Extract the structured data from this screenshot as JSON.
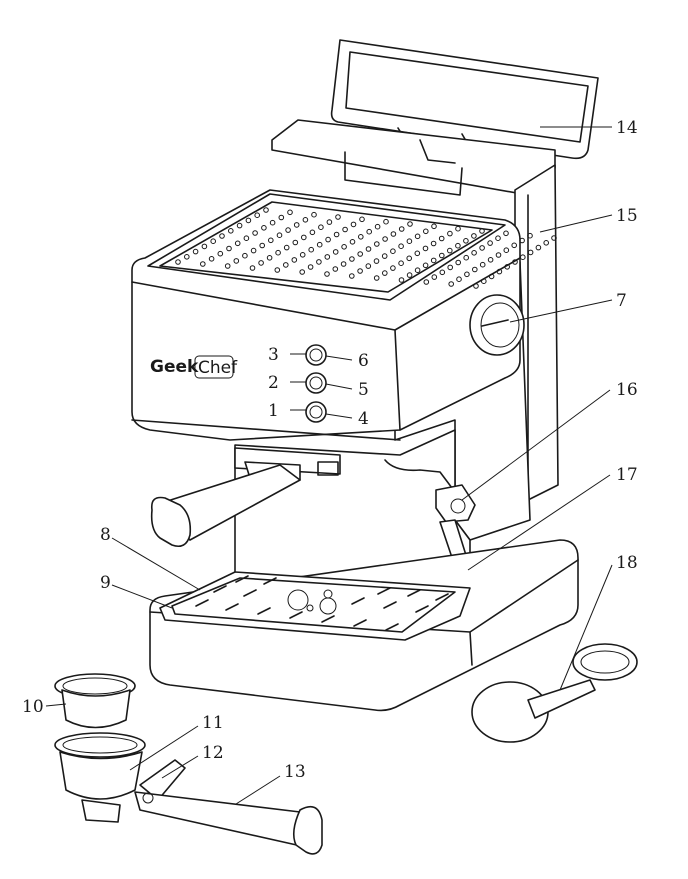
{
  "brand": {
    "part1": "Geek",
    "part2": "Chef"
  },
  "callouts": [
    {
      "id": "c1",
      "label": "1"
    },
    {
      "id": "c2",
      "label": "2"
    },
    {
      "id": "c3",
      "label": "3"
    },
    {
      "id": "c4",
      "label": "4"
    },
    {
      "id": "c5",
      "label": "5"
    },
    {
      "id": "c6",
      "label": "6"
    },
    {
      "id": "c7",
      "label": "7"
    },
    {
      "id": "c8",
      "label": "8"
    },
    {
      "id": "c9",
      "label": "9"
    },
    {
      "id": "c10",
      "label": "10"
    },
    {
      "id": "c11",
      "label": "11"
    },
    {
      "id": "c12",
      "label": "12"
    },
    {
      "id": "c13",
      "label": "13"
    },
    {
      "id": "c14",
      "label": "14"
    },
    {
      "id": "c15",
      "label": "15"
    },
    {
      "id": "c16",
      "label": "16"
    },
    {
      "id": "c17",
      "label": "17"
    },
    {
      "id": "c18",
      "label": "18"
    }
  ]
}
